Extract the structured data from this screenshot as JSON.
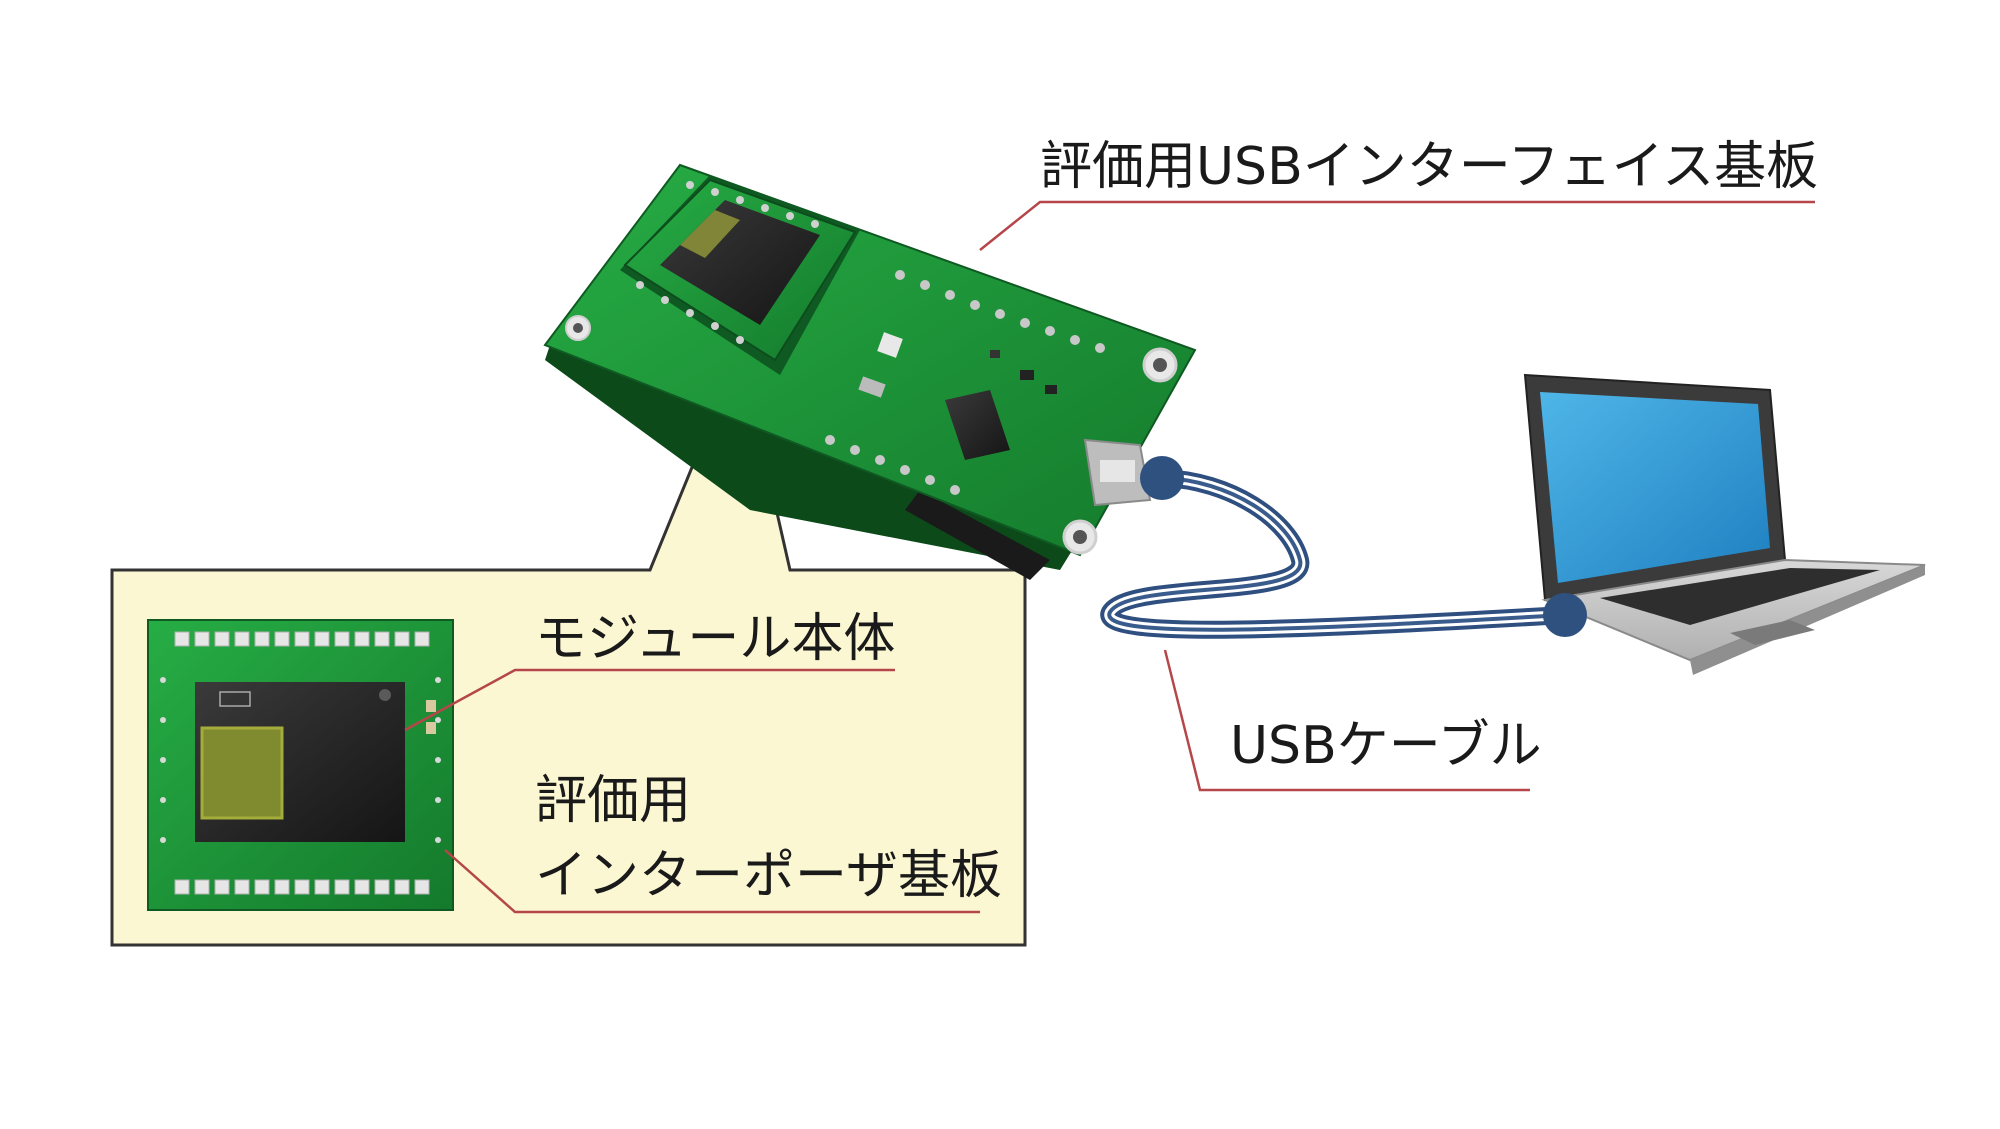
{
  "labels": {
    "usb_interface_board": "評価用USBインターフェイス基板",
    "module_body": "モジュール本体",
    "evaluation_interposer_line1": "評価用",
    "evaluation_interposer_line2": "インターポーザ基板",
    "usb_cable": "USBケーブル"
  },
  "colors": {
    "leader_line": "#b5474a",
    "callout_fill": "#fbf7d2",
    "callout_border": "#333333",
    "pcb_green": "#1f9a3a",
    "cable_blue": "#3a5c8c",
    "laptop_screen": "#3aa0d8"
  }
}
